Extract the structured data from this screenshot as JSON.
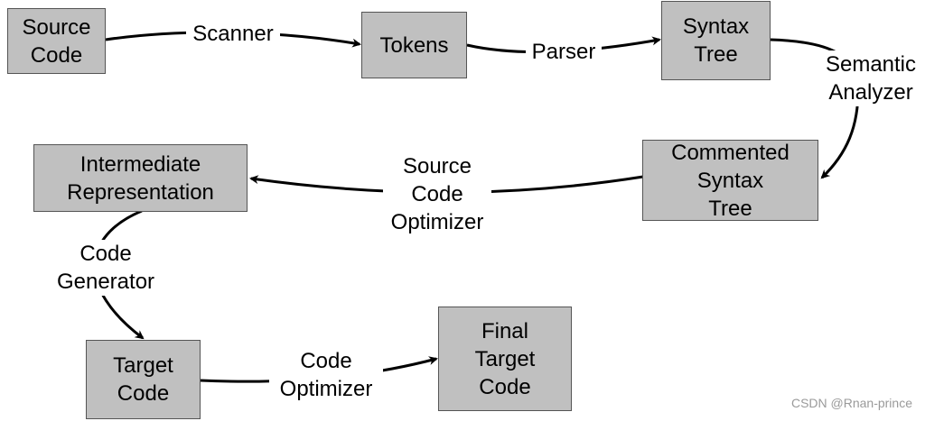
{
  "nodes": {
    "source_code": "Source\nCode",
    "tokens": "Tokens",
    "syntax_tree": "Syntax\nTree",
    "commented_syntax_tree": "Commented\nSyntax\nTree",
    "intermediate_representation": "Intermediate\nRepresentation",
    "target_code": "Target\nCode",
    "final_target_code": "Final\nTarget\nCode"
  },
  "edges": {
    "scanner": "Scanner",
    "parser": "Parser",
    "semantic_analyzer": "Semantic\nAnalyzer",
    "source_code_optimizer": "Source\nCode\nOptimizer",
    "code_generator": "Code\nGenerator",
    "code_optimizer": "Code\nOptimizer"
  },
  "watermark": "CSDN @Rnan-prince",
  "colors": {
    "box_fill": "#c0c0c0",
    "box_border": "#555555",
    "arrow": "#000000"
  }
}
